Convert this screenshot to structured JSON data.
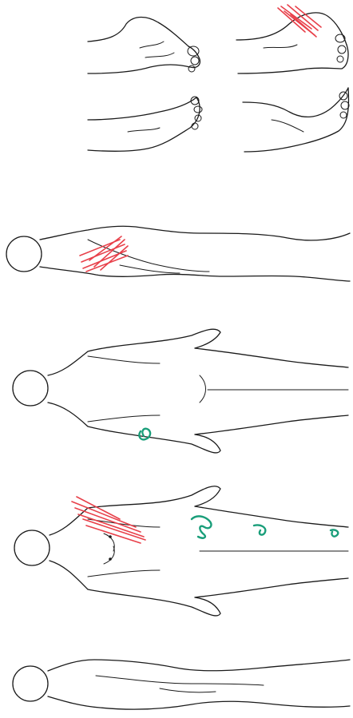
{
  "colors": {
    "outline": "#1a1a1a",
    "pain_marking": "#e8404a",
    "secondary_marking": "#1a9e7a",
    "background": "#ffffff"
  },
  "figures": [
    {
      "view": "side",
      "icon": "body-side-left-outline"
    },
    {
      "view": "front",
      "icon": "body-front-outline",
      "markings": [
        "pain_marking",
        "secondary_marking"
      ]
    },
    {
      "view": "back",
      "icon": "body-back-outline",
      "markings": [
        "secondary_marking"
      ]
    },
    {
      "view": "side",
      "icon": "body-side-right-outline",
      "markings": [
        "pain_marking"
      ]
    }
  ],
  "feet": [
    {
      "view": "right-foot-top",
      "icon": "foot-outline"
    },
    {
      "view": "right-foot-sole",
      "icon": "foot-outline"
    },
    {
      "view": "left-foot-top",
      "icon": "foot-outline",
      "markings": [
        "pain_marking"
      ]
    },
    {
      "view": "left-foot-sole",
      "icon": "foot-outline"
    }
  ]
}
